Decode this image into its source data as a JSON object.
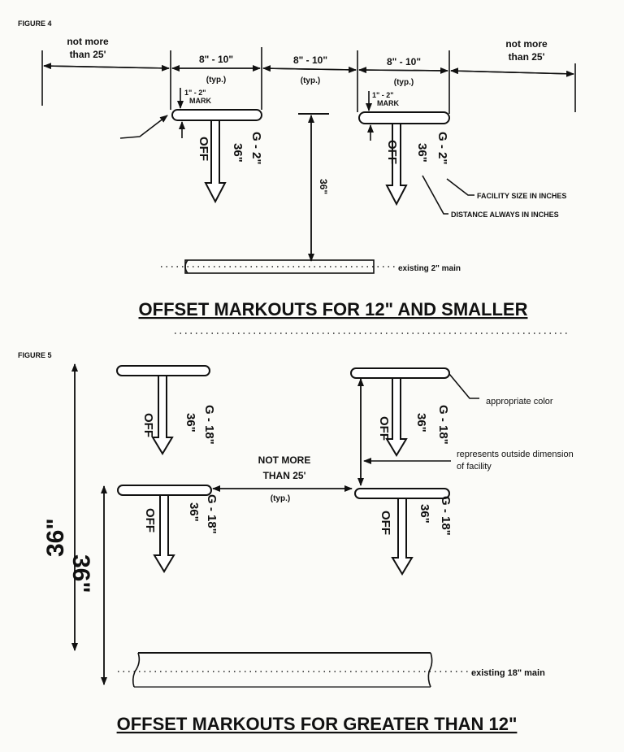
{
  "figure4": {
    "label": "FIGURE 4",
    "spacing_left": [
      "not more",
      "than 25'"
    ],
    "spacing_right": [
      "not more",
      "than 25'"
    ],
    "mark_width": "8\" - 10\"",
    "typ": "(typ.)",
    "mark_thickness": [
      "1\" - 2\"",
      "MARK"
    ],
    "off": "OFF",
    "depth": "36\"",
    "facility": "G - 2\"",
    "center_depth": "36\"",
    "callout_facility": "FACILITY SIZE IN INCHES",
    "callout_distance": "DISTANCE ALWAYS IN INCHES",
    "main_label": "existing 2\" main",
    "title": "OFFSET MARKOUTS  FOR 12\" AND SMALLER"
  },
  "figure5": {
    "label": "FIGURE 5",
    "off": "OFF",
    "depth": "36\"",
    "facility": "G - 18\"",
    "big_depth": "36\"",
    "spacing": [
      "NOT MORE",
      "THAN 25'"
    ],
    "typ": "(typ.)",
    "callout_color": "appropriate color",
    "callout_dimension": [
      "represents outside dimension",
      "of facility"
    ],
    "main_label": "existing 18\" main",
    "title": "OFFSET MARKOUTS FOR GREATER THAN 12\""
  }
}
